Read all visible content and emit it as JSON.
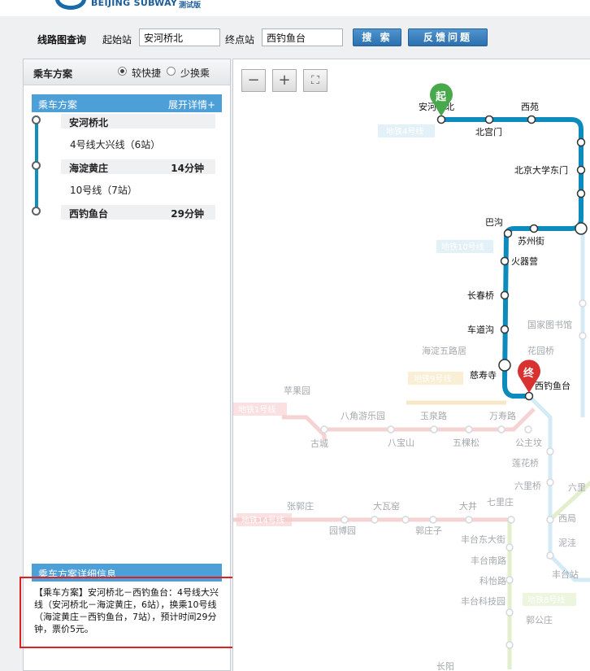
{
  "header": {
    "logo_text": "BEIJING SUBWAY",
    "logo_badge": "测试版",
    "query_label": "线路图查询",
    "start_label": "起始站",
    "start_value": "安河桥北",
    "end_label": "终点站",
    "end_value": "西钓鱼台",
    "search_button": "搜 索",
    "feedback_button": "反馈问题"
  },
  "left_panel": {
    "title": "乘车方案",
    "option_fast": "较快捷",
    "option_less_transfer": "少换乘",
    "plan_title": "乘车方案",
    "expand_label": "展开详情+",
    "route": {
      "start": "安河桥北",
      "line1": "4号线大兴线（6站）",
      "transfer": "海淀黄庄",
      "transfer_time": "14分钟",
      "line2": "10号线（7站）",
      "end": "西钓鱼台",
      "end_time": "29分钟"
    },
    "detail_title": "乘车方案详细信息",
    "detail_text": "【乘车方案】安河桥北－西钓鱼台：4号线大兴线（安河桥北－海淀黄庄，6站），换乘10号线（海淀黄庄－西钓鱼台，7站），预计时间29分钟，票价5元。"
  },
  "map": {
    "zoom_out": "−",
    "zoom_in": "+",
    "fullscreen": "⛶",
    "start_marker": "起",
    "end_marker": "终",
    "line4_tag": "地铁4号线",
    "line10_tag": "地铁10号线",
    "line9_tag": "地铁9号线",
    "line1_tag": "地铁1号线",
    "line14_tag": "地铁14号线",
    "line8_tag": "地铁8号线",
    "stations": {
      "anheqiaobei": "安河桥北",
      "xiyuan": "西苑",
      "beigongmen": "北宫门",
      "pku_east": "北京大学东门",
      "bagou": "巴沟",
      "suzhoujie": "苏州街",
      "huoqiying": "火器营",
      "changchunqiao": "长春桥",
      "chedaogou": "车道沟",
      "cishousi": "慈寿寺",
      "xidiaoyutai": "西钓鱼台",
      "pingguoyuan": "苹果园",
      "gucheng": "古城",
      "bajiao": "八角游乐园",
      "babaoshan": "八宝山",
      "yuquanlu": "玉泉路",
      "wukesong": "五棵松",
      "wanshoulu": "万寿路",
      "gongzhufen": "公主坟",
      "lianhuaqiao": "莲花桥",
      "liulihe": "六里桥",
      "qilizhuang": "七里庄",
      "xiju": "西局",
      "nishu": "泥洼",
      "fengtaidongdajie": "丰台东大街",
      "fengtainanlu": "丰台南路",
      "kejilu": "科怡路",
      "fengtaikejiyuan": "丰台科技园",
      "guogongzhuang": "郭公庄",
      "zhangguozhuang": "张郭庄",
      "yuanboyuan": "园博园",
      "dawayao": "大瓦窑",
      "guozhuangzi": "郭庄子",
      "dajing": "大井",
      "guojiatushuguan": "国家图书馆",
      "haidianwulu": "海淀五路居",
      "huayuanqiao": "花园桥",
      "fengtaizhan": "丰台站",
      "changyang": "长阳",
      "liulihe2": "六里"
    }
  }
}
